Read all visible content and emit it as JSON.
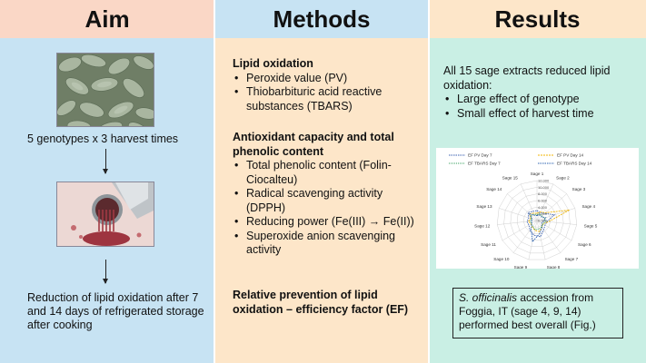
{
  "columns": {
    "aim": {
      "heading": "Aim",
      "caption_top": "5 genotypes x 3 harvest times",
      "caption_bottom": "Reduction of lipid oxidation after 7 and 14 days of refrigerated storage after cooking"
    },
    "methods": {
      "heading": "Methods",
      "section1": {
        "title": "Lipid oxidation",
        "items": [
          "Peroxide value (PV)",
          "Thiobarbituric acid reactive substances (TBARS)"
        ]
      },
      "section2": {
        "title": "Antioxidant capacity and total phenolic content",
        "items": [
          "Total phenolic content (Folin-Ciocalteu)",
          "Radical scavenging activity (DPPH)",
          "Reducing power (Fe(III) → Fe(II))",
          "Superoxide anion scavenging activity"
        ]
      },
      "section3": {
        "title": "Relative prevention of lipid oxidation – efficiency factor (EF)"
      }
    },
    "results": {
      "heading": "Results",
      "intro": "All 15 sage extracts reduced lipid oxidation:",
      "items": [
        "Large effect of genotype",
        "Small effect of harvest time"
      ],
      "note_italic": "S. officinalis",
      "note_rest": " accession from Foggia, IT (sage 4, 9, 14) performed best overall (Fig.)"
    }
  },
  "colors": {
    "aim_head": "#fad7c6",
    "aim_body": "#c7e3f3",
    "methods_head": "#c7e3f3",
    "methods_body": "#fde6c9",
    "results_head": "#fde6c9",
    "results_body": "#c9efe4"
  },
  "chart_data": {
    "type": "radar",
    "legend_position": "top",
    "legend": [
      "EF PV Day 7",
      "EF PV Day 14",
      "EF TBARS Day 7",
      "EF TBARS Day 14"
    ],
    "categories": [
      "Sage 1",
      "Sage 2",
      "Sage 3",
      "Sage 4",
      "Sage 5",
      "Sage 6",
      "Sage 7",
      "Sage 8",
      "Sage 9",
      "Sage 10",
      "Sage 11",
      "Sage 12",
      "Sage 13",
      "Sage 14",
      "Sage 15"
    ],
    "rlim": [
      0,
      12
    ],
    "ticks": [
      "0.000",
      "2.000",
      "4.000",
      "6.000",
      "8.000",
      "10.000",
      "12.000"
    ],
    "series": [
      {
        "name": "EF PV Day 7",
        "color": "#3a5fb0",
        "values": [
          3.0,
          2.5,
          3.2,
          5.5,
          3.0,
          2.8,
          3.4,
          5.0,
          4.5,
          3.6,
          2.8,
          3.0,
          2.6,
          3.6,
          3.0
        ]
      },
      {
        "name": "EF PV Day 14",
        "color": "#f0b400",
        "values": [
          2.2,
          2.8,
          3.5,
          10.2,
          3.5,
          2.0,
          2.5,
          3.4,
          3.0,
          2.4,
          2.1,
          2.6,
          2.0,
          3.0,
          2.4
        ]
      },
      {
        "name": "EF TBARS Day 7",
        "color": "#2f9e5a",
        "values": [
          1.8,
          2.2,
          2.0,
          2.4,
          2.6,
          2.1,
          2.4,
          2.6,
          2.8,
          2.2,
          2.0,
          1.9,
          1.8,
          2.4,
          2.0
        ]
      },
      {
        "name": "EF TBARS Day 14",
        "color": "#2e63b0",
        "values": [
          1.5,
          1.8,
          1.7,
          2.8,
          2.0,
          1.6,
          2.6,
          4.0,
          6.5,
          3.0,
          1.8,
          1.6,
          1.5,
          3.2,
          1.7
        ]
      }
    ]
  }
}
